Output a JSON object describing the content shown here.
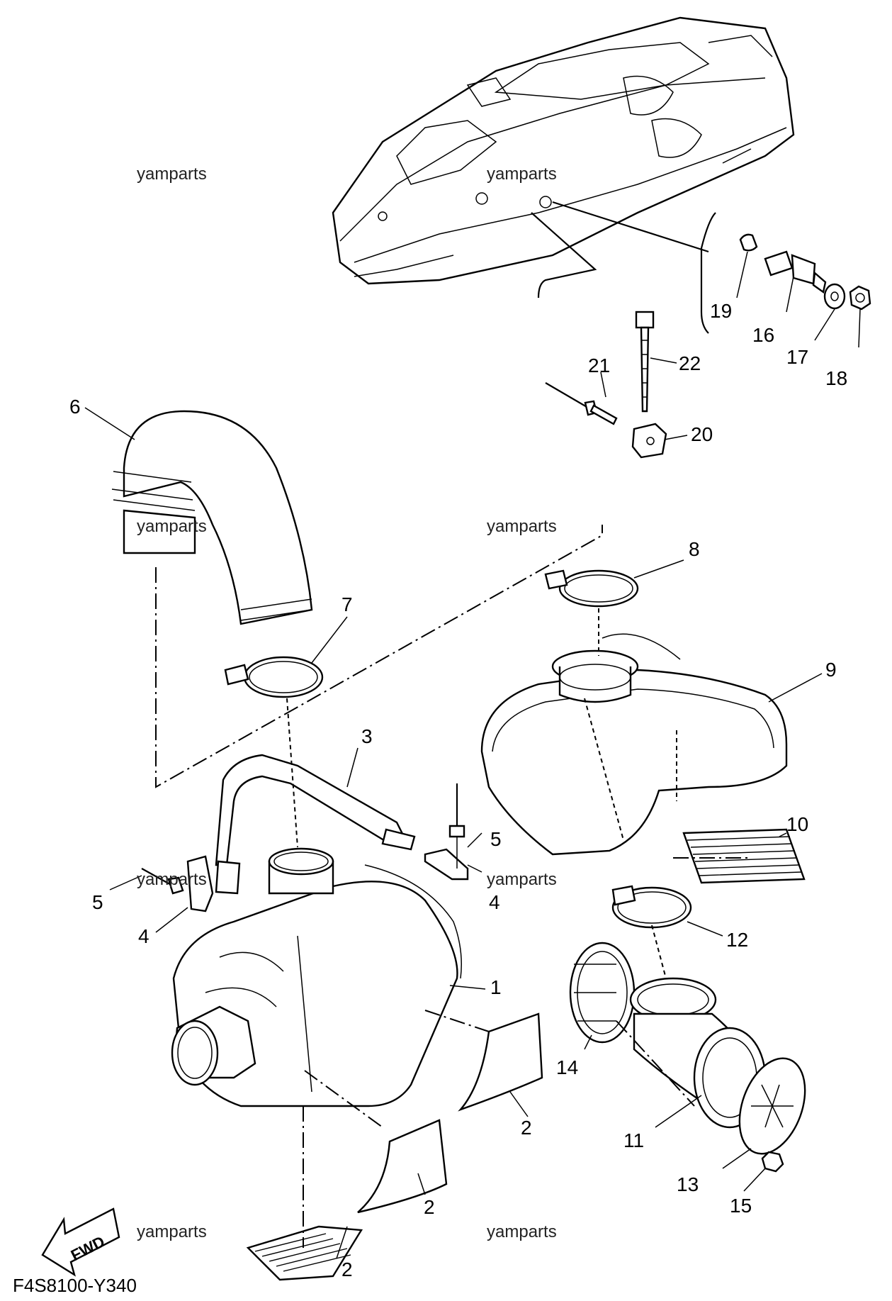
{
  "diagram": {
    "callouts": [
      "1",
      "2",
      "2",
      "2",
      "3",
      "4",
      "4",
      "5",
      "5",
      "6",
      "7",
      "8",
      "9",
      "10",
      "11",
      "12",
      "13",
      "14",
      "15",
      "16",
      "17",
      "18",
      "19",
      "20",
      "21",
      "22"
    ],
    "watermark": "yamparts",
    "fwd_label": "FWD",
    "diagram_code": "F4S8100-Y340"
  }
}
